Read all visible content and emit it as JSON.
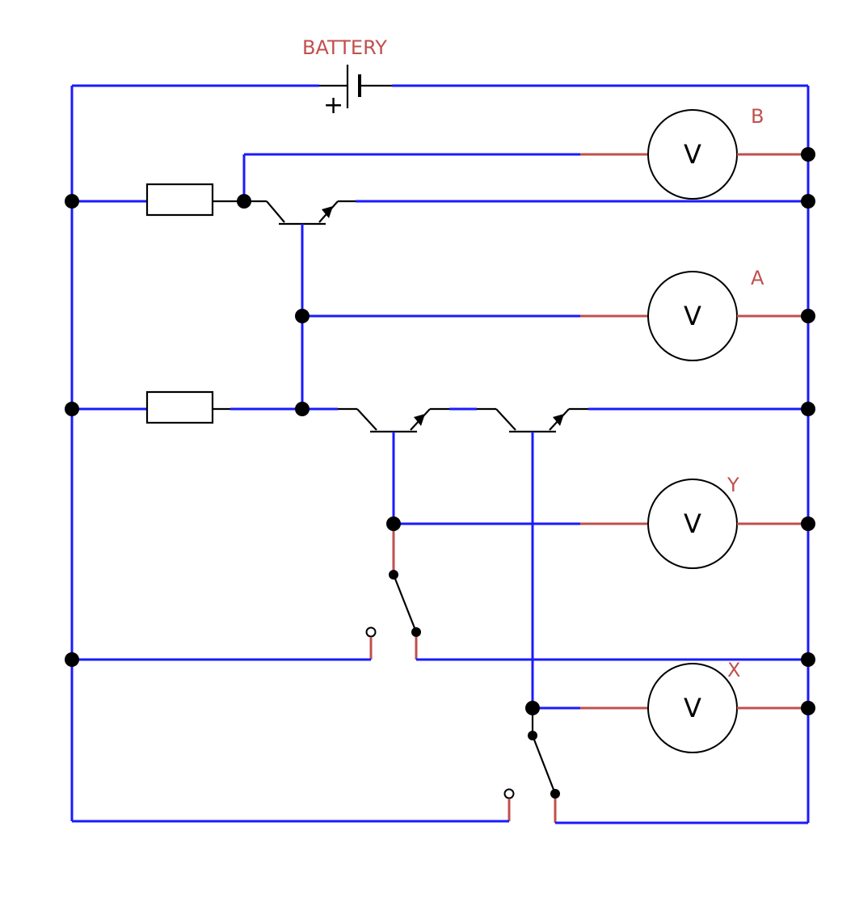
{
  "battery": {
    "label": "BATTERY",
    "plus": "+"
  },
  "meters": [
    {
      "label": "B",
      "symbol": "V"
    },
    {
      "label": "A",
      "symbol": "V"
    },
    {
      "label": "Y",
      "symbol": "V"
    },
    {
      "label": "X",
      "symbol": "V"
    }
  ],
  "colors": {
    "wire": "#1a1aff",
    "lead": "#c0504d",
    "component": "#000000",
    "label": "#c0504d"
  }
}
